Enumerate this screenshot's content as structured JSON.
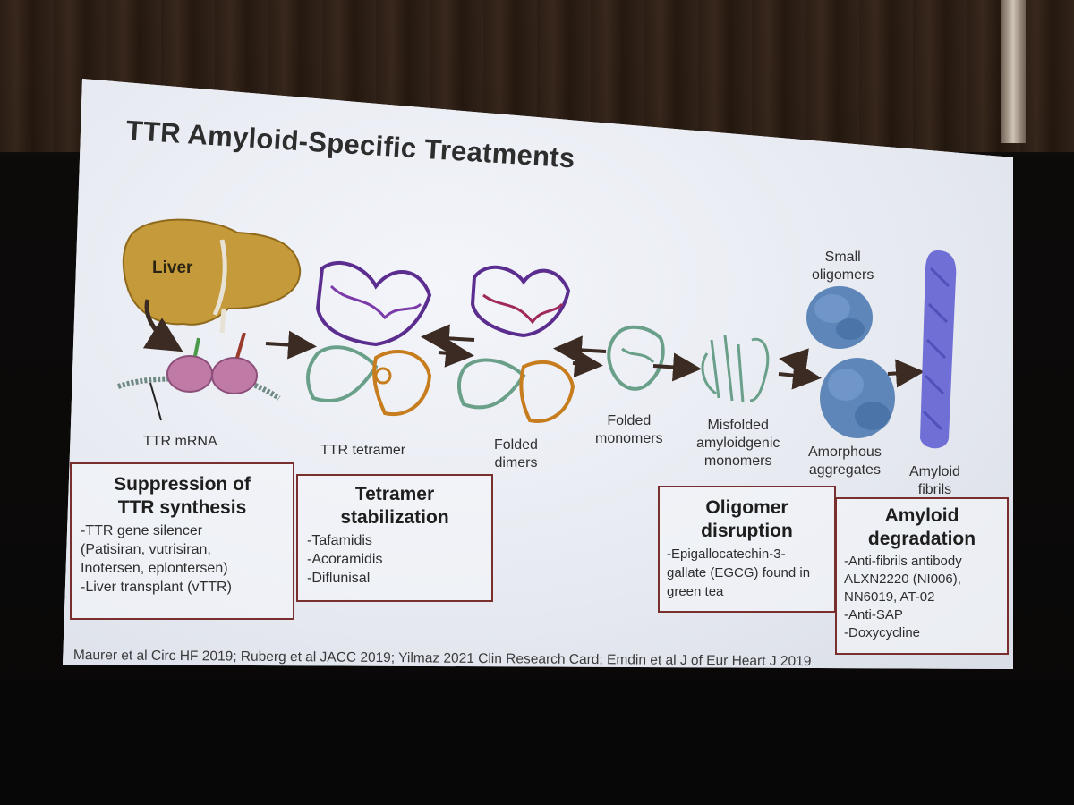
{
  "title": "TTR Amyloid-Specific Treatments",
  "diagram": {
    "liver": "Liver",
    "mrna": "TTR mRNA",
    "tetramer": "TTR tetramer",
    "dimers": [
      "Folded",
      "dimers"
    ],
    "monomers": [
      "Folded",
      "monomers"
    ],
    "misfolded": [
      "Misfolded",
      "amyloidgenic",
      "monomers"
    ],
    "small_oligomers": [
      "Small",
      "oligomers"
    ],
    "amorphous": [
      "Amorphous",
      "aggregates"
    ],
    "fibrils": [
      "Amyloid",
      "fibrils"
    ]
  },
  "boxes": {
    "suppression": {
      "heading": [
        "Suppression of",
        "TTR synthesis"
      ],
      "items": [
        "-TTR gene silencer",
        "(Patisiran, vutrisiran,",
        "Inotersen, eplontersen)",
        "-Liver transplant (vTTR)"
      ]
    },
    "tetramer": {
      "heading": [
        "Tetramer",
        "stabilization"
      ],
      "items": [
        "-Tafamidis",
        "-Acoramidis",
        "-Diflunisal"
      ]
    },
    "oligomer": {
      "heading": [
        "Oligomer",
        "disruption"
      ],
      "items": [
        "-Epigallocatechin-3-",
        "gallate (EGCG) found in",
        "green tea"
      ]
    },
    "amyloid": {
      "heading": [
        "Amyloid",
        "degradation"
      ],
      "items": [
        "-Anti-fibrils antibody",
        "ALXN2220 (NI006),",
        "NN6019, AT-02",
        "-Anti-SAP",
        "-Doxycycline"
      ]
    }
  },
  "footer": "Maurer et al Circ HF 2019; Ruberg et al JACC 2019; Yilmaz 2021 Clin Research Card; Emdin et al J of Eur Heart J 2019",
  "colors": {
    "liver": "#c49a3a",
    "ribosome": "#c07aa6",
    "tetramer_top": "#5b2d8f",
    "tetramer_green": "#6aa08a",
    "tetramer_orange": "#c77d1e",
    "oligomer": "#5e86b8",
    "fibril": "#6f6fd6",
    "box_border": "#7a2f2f"
  }
}
